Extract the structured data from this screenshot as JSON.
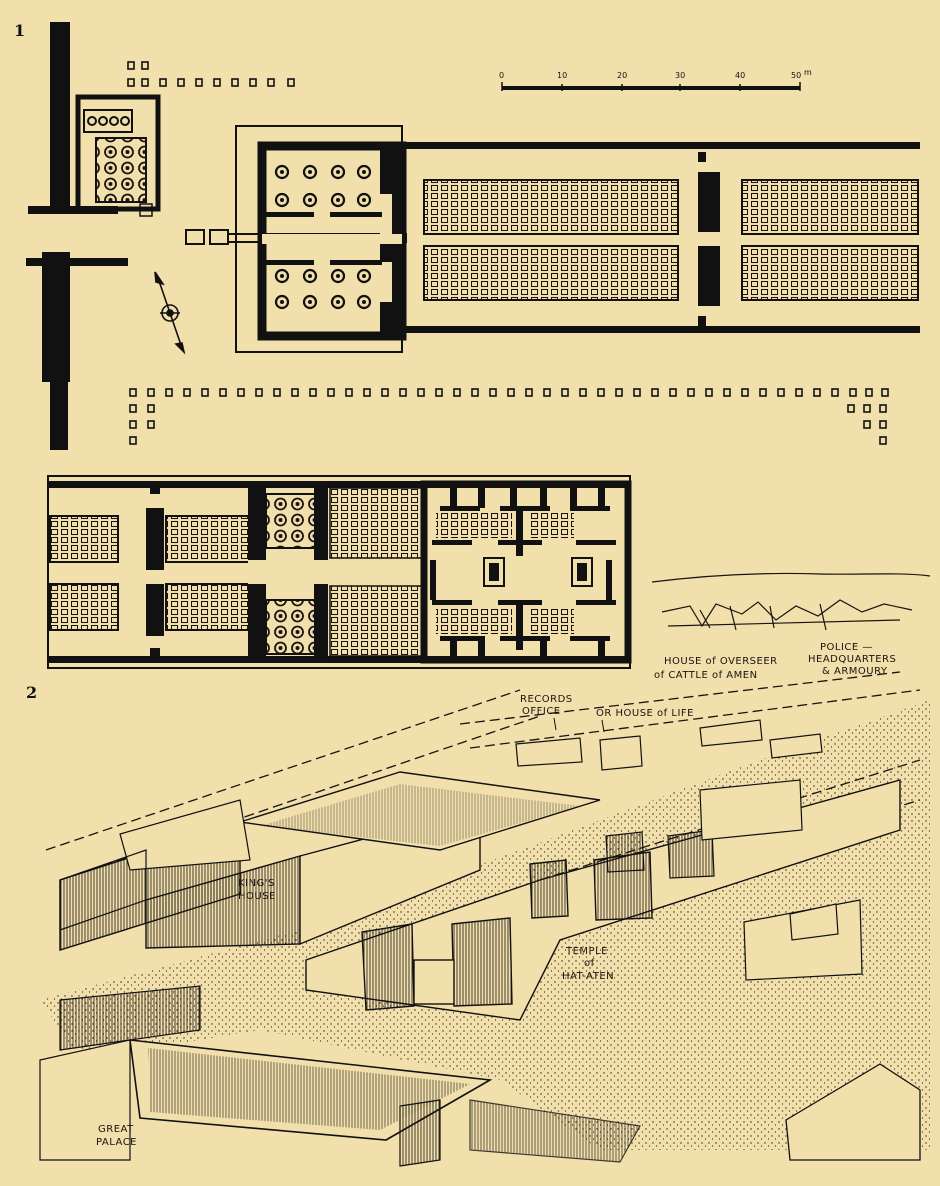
{
  "figure_numbers": {
    "plan": "1",
    "perspective": "2"
  },
  "scale_bar": {
    "ticks": [
      "0",
      "10",
      "20",
      "30",
      "40",
      "50"
    ],
    "unit": "m"
  },
  "labels": {
    "police_line1": "POLICE —",
    "police_line2": "HEADQUARTERS",
    "police_line3": "& ARMOURY",
    "overseer_line1": "HOUSE of OVERSEER",
    "overseer_line2": "of CATTLE of AMEN",
    "records_line1": "RECORDS",
    "records_line2": "OFFICE",
    "house_of_life": "OR HOUSE of LIFE",
    "kings_house_line1": "KING'S",
    "kings_house_line2": "HOUSE",
    "temple_line1": "TEMPLE",
    "temple_line2": "of",
    "temple_line3": "HAT-ATEN",
    "great_palace_line1": "GREAT",
    "great_palace_line2": "PALACE"
  },
  "colors": {
    "paper": "#f1dfac",
    "ink": "#1a1410"
  }
}
